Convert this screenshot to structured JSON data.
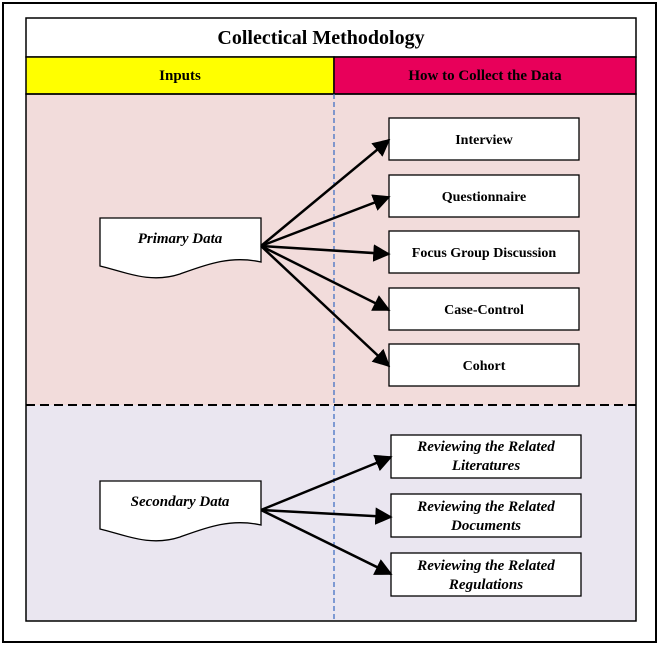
{
  "title": "Collectical Methodology",
  "headers": {
    "inputs": "Inputs",
    "how_to_collect": "How to Collect the Data"
  },
  "colors": {
    "inputs_header": "#ffff00",
    "collect_header": "#e8005a",
    "primary_band": "#f2dcdb",
    "secondary_band": "#eae6f0",
    "arrow": "#000000",
    "divider_dashed": "#000000",
    "column_divider": "#4472c4"
  },
  "primary": {
    "label": "Primary Data",
    "methods": [
      "Interview",
      "Questionnaire",
      "Focus Group Discussion",
      "Case-Control",
      "Cohort"
    ]
  },
  "secondary": {
    "label": "Secondary Data",
    "methods": [
      [
        "Reviewing the Related",
        "Literatures"
      ],
      [
        "Reviewing the Related",
        "Documents"
      ],
      [
        "Reviewing the Related",
        "Regulations"
      ]
    ]
  },
  "icons": [
    "document-shape-icon",
    "arrow-icon"
  ]
}
